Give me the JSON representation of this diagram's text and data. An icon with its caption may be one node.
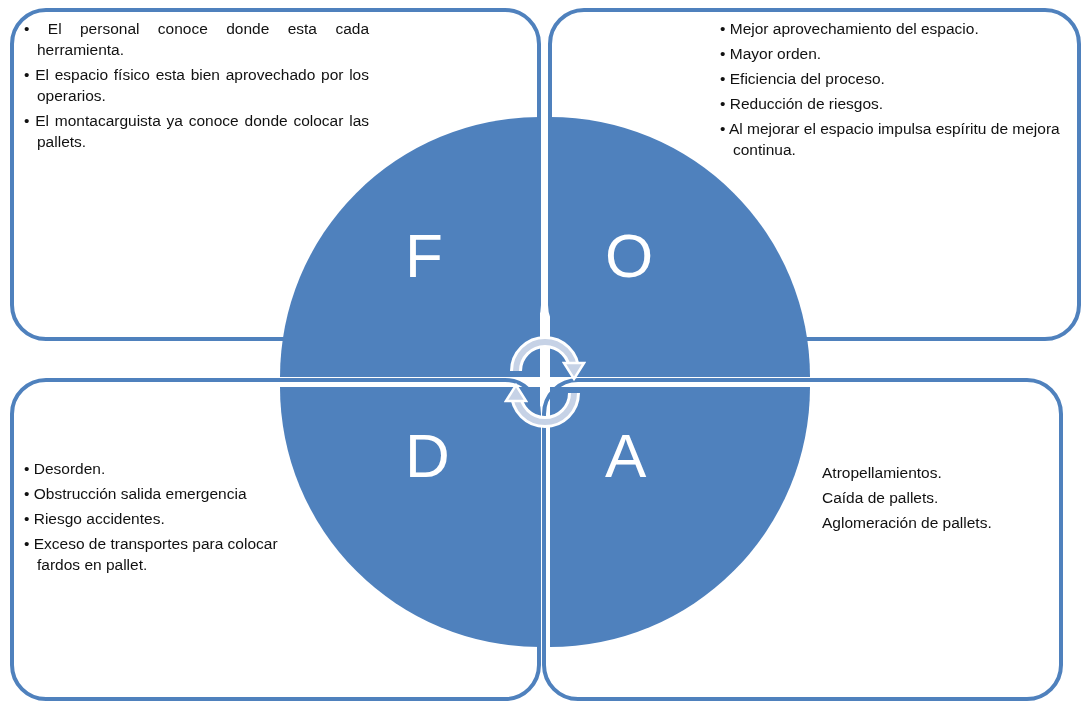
{
  "diagram": {
    "nodes": [
      {
        "text": [
          "• El personal conoce donde esta cada herramienta.",
          "• El espacio físico esta bien aprovechado por los operarios.",
          "• El montacarguista ya conoce donde colocar las pallets."
        ]
      },
      {
        "text": [
          "• Mejor aprovechamiento del espacio.",
          "• Mayor orden.",
          "• Eficiencia del proceso.",
          "• Reducción de riesgos.",
          "• Al mejorar el espacio impulsa espíritu de mejora continua."
        ]
      },
      {
        "text": [
          "F"
        ]
      },
      {
        "text": [
          "O"
        ]
      },
      {
        "text": [
          "• Desorden.",
          "• Obstrucción salida emergencia",
          "• Riesgo accidentes.",
          "• Exceso de transportes para colocar fardos en pallet."
        ]
      },
      {
        "text": [
          "D"
        ],
        "in": 4
      },
      {
        "text": [
          "Atropellamientos.",
          "Caída de pallets.",
          "Aglomeración de pallets."
        ]
      },
      {
        "text": [
          "A"
        ],
        "in": 6
      }
    ],
    "edges": [
      {
        "from": 2,
        "to": 3,
        "arrow": "to"
      },
      {
        "from": 7,
        "to": 5,
        "arrow": "to"
      }
    ]
  }
}
